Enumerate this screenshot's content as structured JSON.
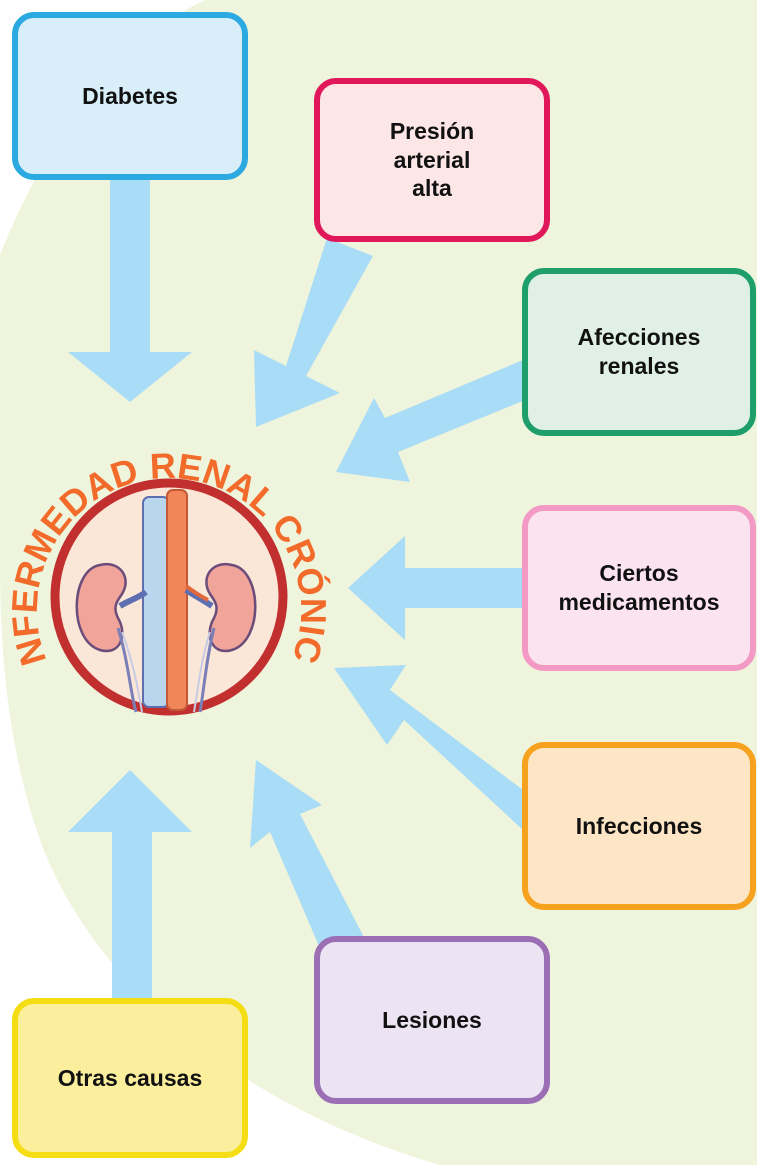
{
  "center": {
    "arc_text": "ENFERMEDAD RENAL CRÓNICA",
    "icon": "kidneys-icon"
  },
  "causes": [
    {
      "label": "Diabetes",
      "border": "#2aaae0",
      "fill": "#d8effa"
    },
    {
      "label": "Presión\narterial\nalta",
      "border": "#e0185a",
      "fill": "#fce6e6"
    },
    {
      "label": "Afecciones\nrenales",
      "border": "#1e9e6a",
      "fill": "#e0f0e6"
    },
    {
      "label": "Ciertos\nmedicamentos",
      "border": "#f39ac4",
      "fill": "#fbe4ef"
    },
    {
      "label": "Infecciones",
      "border": "#f6a21e",
      "fill": "#fde6c6"
    },
    {
      "label": "Lesiones",
      "border": "#9b6fb5",
      "fill": "#ece4f3"
    },
    {
      "label": "Otras causas",
      "border": "#f5dd14",
      "fill": "#fbef9e"
    }
  ],
  "colors": {
    "arrow": "#a9dcf6",
    "background_blob": "#eff4dc",
    "title_text": "#f26b2a",
    "ring": "#c22f2f",
    "disc": "#fbe7d8"
  }
}
